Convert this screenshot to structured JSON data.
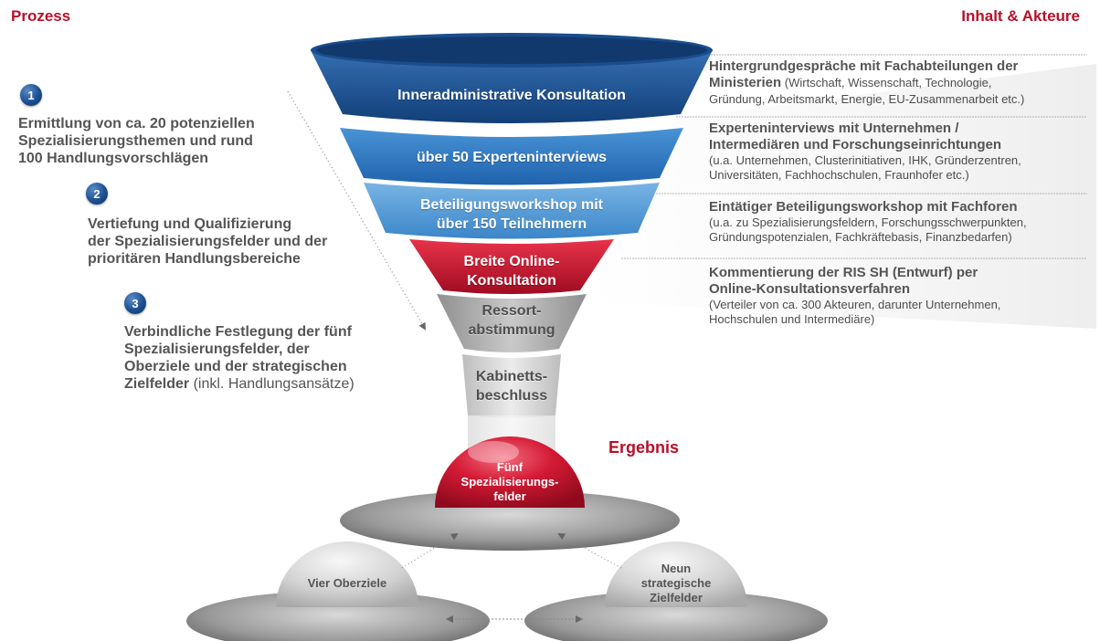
{
  "headers": {
    "prozess": "Prozess",
    "inhalt": "Inhalt & Akteure"
  },
  "steps": [
    {
      "num": "1",
      "text": "Ermittlung von ca. 20 potenziellen\nSpezialisierungsthemen und rund\n100 Handlungsvorschlägen"
    },
    {
      "num": "2",
      "text": "Vertiefung und Qualifizierung\nder Spezialisierungsfelder und der\nprioritären Handlungsbereiche"
    },
    {
      "num": "3",
      "text": "Verbindliche Festlegung der fünf\nSpezialisierungsfelder,  der\nOberziele und der strategischen\nZielfelder",
      "text_normal": " (inkl. Handlungsansätze)"
    }
  ],
  "funnel": [
    {
      "label": "Inneradministrative Konsultation",
      "color": "#1f5a9e"
    },
    {
      "label": "über 50 Experteninterviews",
      "color": "#2f7cc4"
    },
    {
      "label": "Beteiligungsworkshop mit\nüber 150 Teilnehmern",
      "color": "#4f97d3"
    },
    {
      "label": "Breite Online-\nKonsultation",
      "color": "#c8102e"
    },
    {
      "label": "Ressort-\nabstimmung",
      "color": "#9a9a9a"
    },
    {
      "label": "Kabinetts-\nbeschluss",
      "color": "#cfcfcf"
    }
  ],
  "content": [
    {
      "title": "Hintergrundgespräche mit Fachabteilungen der\nMinisterien",
      "detail": " (Wirtschaft, Wissenschaft, Technologie,\nGründung, Arbeitsmarkt, Energie, EU-Zusammenarbeit etc.)"
    },
    {
      "title": "Experteninterviews mit Unternehmen /\nIntermediären und Forschungseinrichtungen",
      "detail": "(u.a. Unternehmen, Clusterinitiativen, IHK, Gründerzentren,\nUniversitäten, Fachhochschulen, Fraunhofer etc.)"
    },
    {
      "title": "Eintätiger Beteiligungsworkshop mit Fachforen",
      "detail": "(u.a. zu Spezialisierungsfeldern, Forschungsschwerpunkten,\nGründungspotenzialen, Fachkräftebasis, Finanzbedarfen)"
    },
    {
      "title": "Kommentierung der RIS SH (Entwurf) per\nOnline-Konsultationsverfahren",
      "detail": "(Verteiler von ca. 300 Akteuren, darunter Unternehmen,\nHochschulen und Intermediäre)"
    }
  ],
  "result": {
    "label": "Ergebnis",
    "domes": [
      {
        "label": "Fünf\nSpezialisierungs-\nfelder"
      },
      {
        "label": "Vier Oberziele"
      },
      {
        "label": "Neun\nstrategische\nZielfelder"
      }
    ]
  },
  "colors": {
    "accent_red": "#b8102a",
    "step_blue": "#1d4f8f"
  }
}
